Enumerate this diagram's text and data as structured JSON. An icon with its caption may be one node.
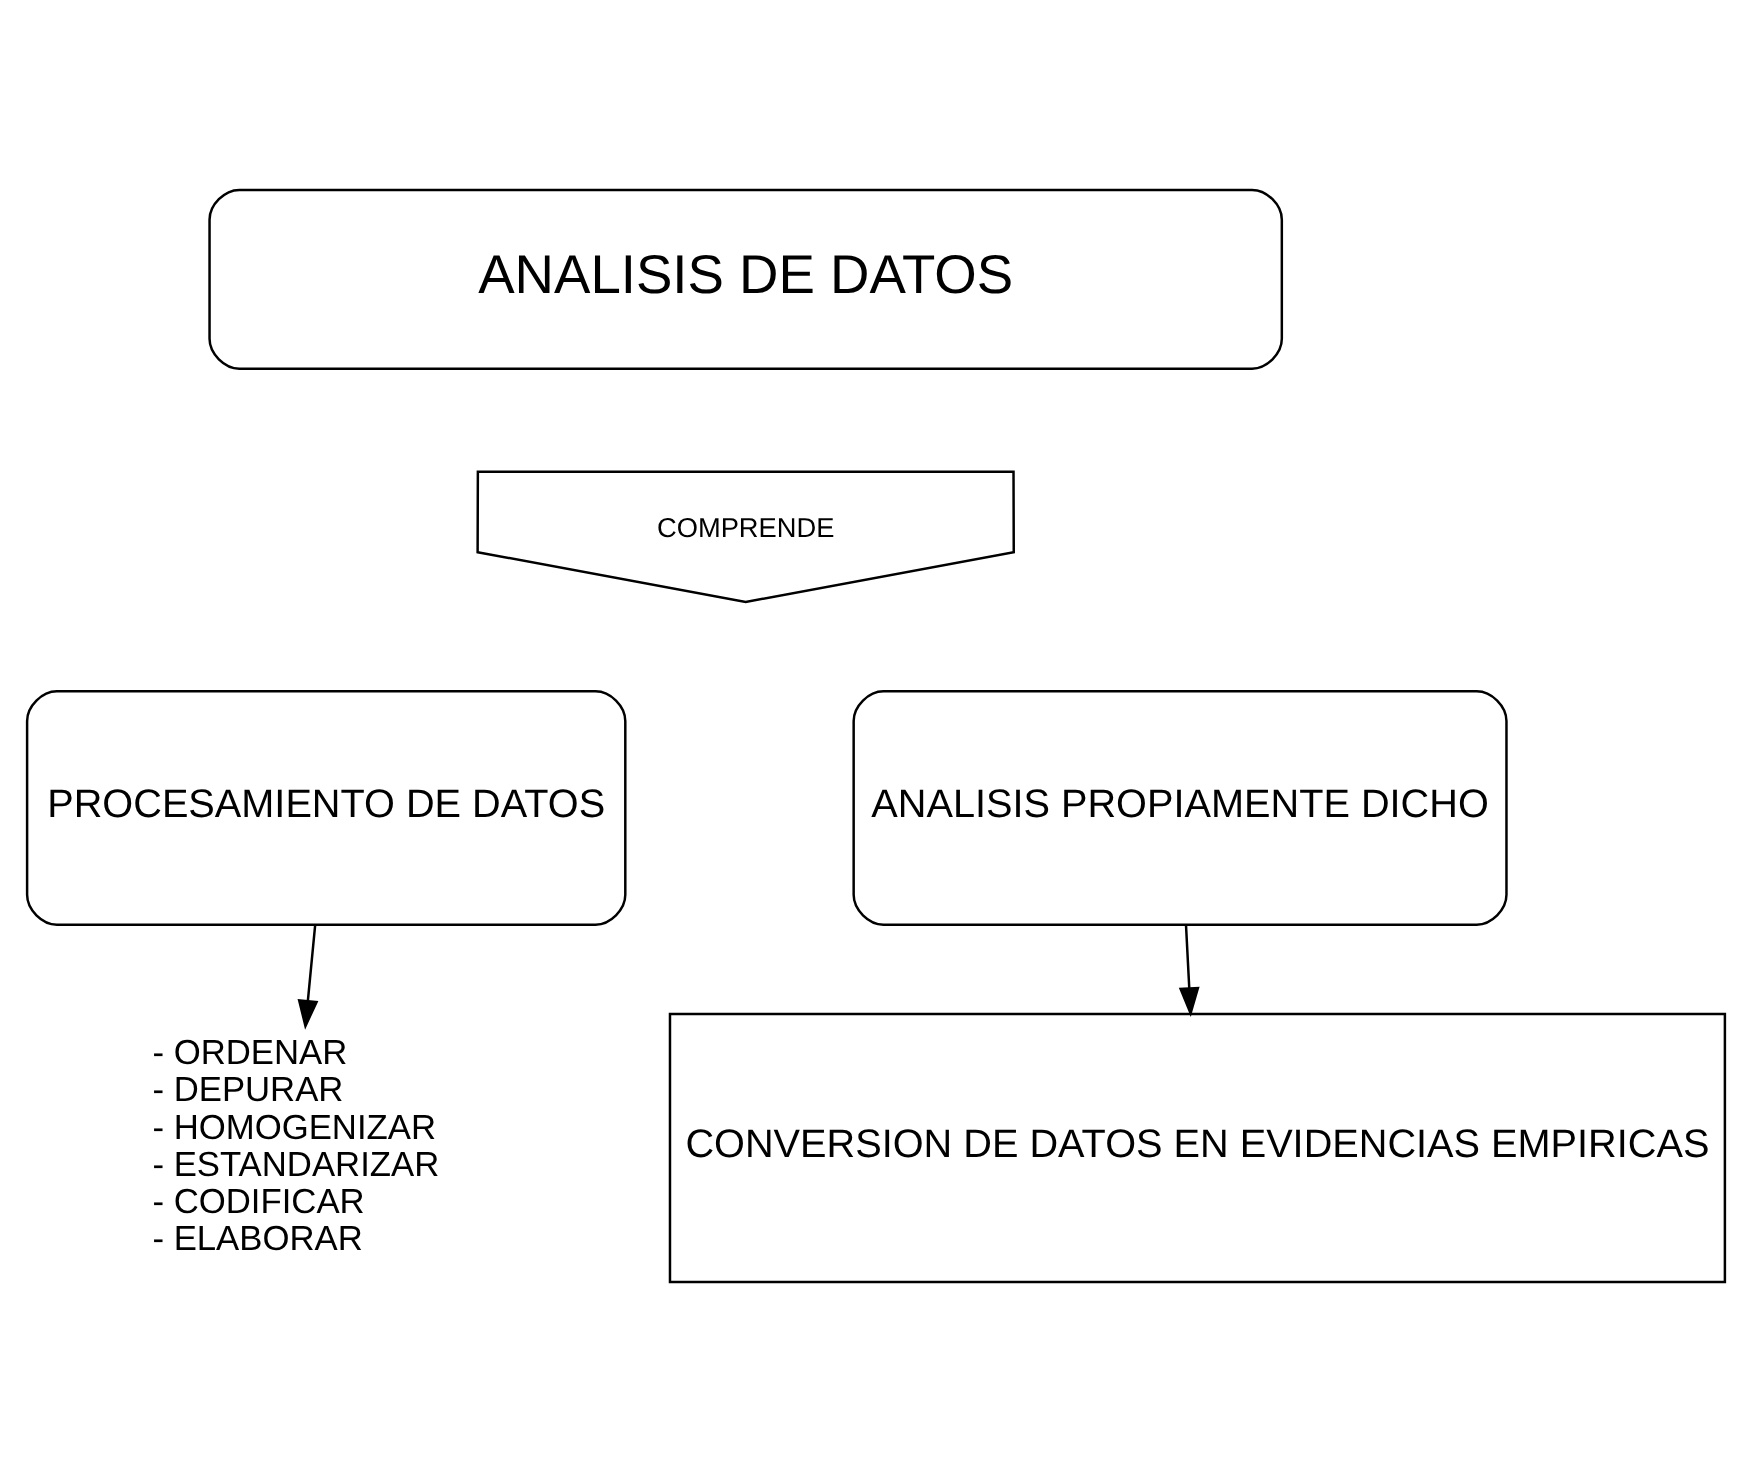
{
  "diagram": {
    "nodes": [
      {
        "text": [
          "ANALISIS DE DATOS"
        ]
      },
      {
        "text": [
          "COMPRENDE"
        ]
      },
      {
        "text": [
          "PROCESAMIENTO DE DATOS"
        ]
      },
      {
        "text": [
          "ANALISIS PROPIAMENTE DICHO"
        ]
      },
      {
        "text": [
          "- ORDENAR",
          "- DEPURAR",
          "- HOMOGENIZAR",
          "- ESTANDARIZAR",
          "- CODIFICAR",
          "- ELABORAR"
        ]
      },
      {
        "text": [
          "CONVERSION DE DATOS EN EVIDENCIAS EMPIRICAS"
        ]
      }
    ],
    "edges": [
      {
        "from": 2,
        "to": 4,
        "arrow": "to"
      },
      {
        "from": 3,
        "to": 5,
        "arrow": "to"
      }
    ]
  }
}
